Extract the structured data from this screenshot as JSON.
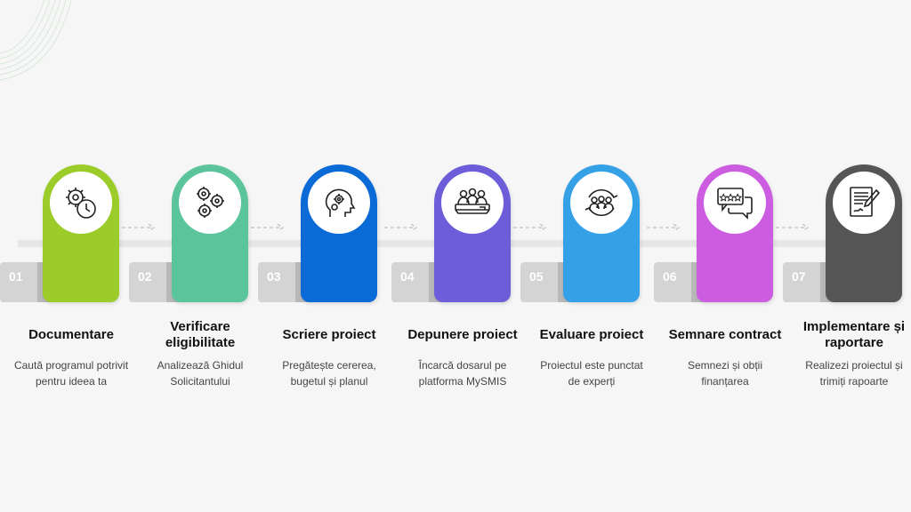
{
  "colors": {
    "step1": "#9ccc2a",
    "step2": "#5cc49b",
    "step3": "#0b6bd6",
    "step4": "#6d5dd8",
    "step5": "#34a0e6",
    "step6": "#cc5ce0",
    "step7": "#555555"
  },
  "steps": [
    {
      "number": "01",
      "title": "Documentare",
      "description": "Caută programul potrivit pentru ideea ta",
      "icon": "gear-clock-icon"
    },
    {
      "number": "02",
      "title": "Verificare eligibilitate",
      "description": "Analizează Ghidul Solicitantului",
      "icon": "gears-icon"
    },
    {
      "number": "03",
      "title": "Scriere proiect",
      "description": "Pregătește cererea, bugetul și planul",
      "icon": "head-gears-icon"
    },
    {
      "number": "04",
      "title": "Depunere proiect",
      "description": "Încarcă dosarul pe platforma MySMIS",
      "icon": "meeting-icon"
    },
    {
      "number": "05",
      "title": "Evaluare proiect",
      "description": "Proiectul este punctat de experți",
      "icon": "team-cycle-icon"
    },
    {
      "number": "06",
      "title": "Semnare contract",
      "description": "Semnezi și obții finanțarea",
      "icon": "review-chat-icon"
    },
    {
      "number": "07",
      "title": "Implementare și raportare",
      "description": "Realizezi proiectul și trimiți rapoarte",
      "icon": "document-sign-icon"
    }
  ]
}
